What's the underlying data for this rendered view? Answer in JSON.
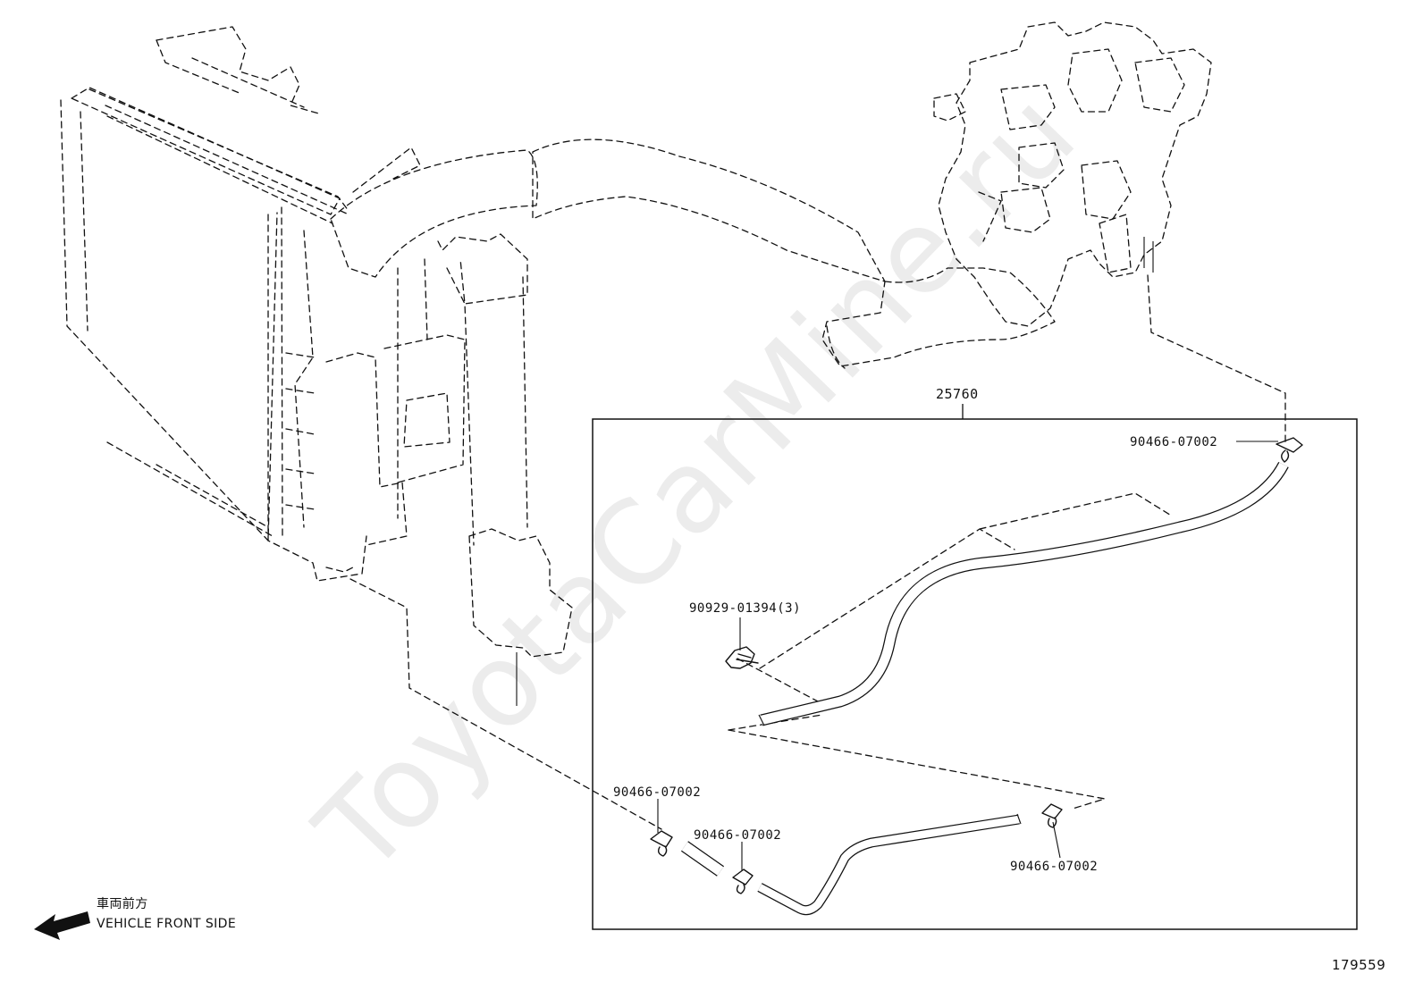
{
  "watermark": "ToyotaCarMine.ru",
  "assembly": {
    "part_number": "25760"
  },
  "callouts": [
    {
      "id": "clip-top-right",
      "part_number": "90466-07002"
    },
    {
      "id": "clamp",
      "part_number": "90929-01394",
      "qty": "(3)"
    },
    {
      "id": "clip-bottom-left",
      "part_number": "90466-07002"
    },
    {
      "id": "clip-bottom-mid",
      "part_number": "90466-07002"
    },
    {
      "id": "clip-bottom-right",
      "part_number": "90466-07002"
    }
  ],
  "orientation": {
    "japanese": "車両前方",
    "english": "VEHICLE FRONT SIDE",
    "icon": "arrow-left-icon"
  },
  "figure_id": "179559"
}
